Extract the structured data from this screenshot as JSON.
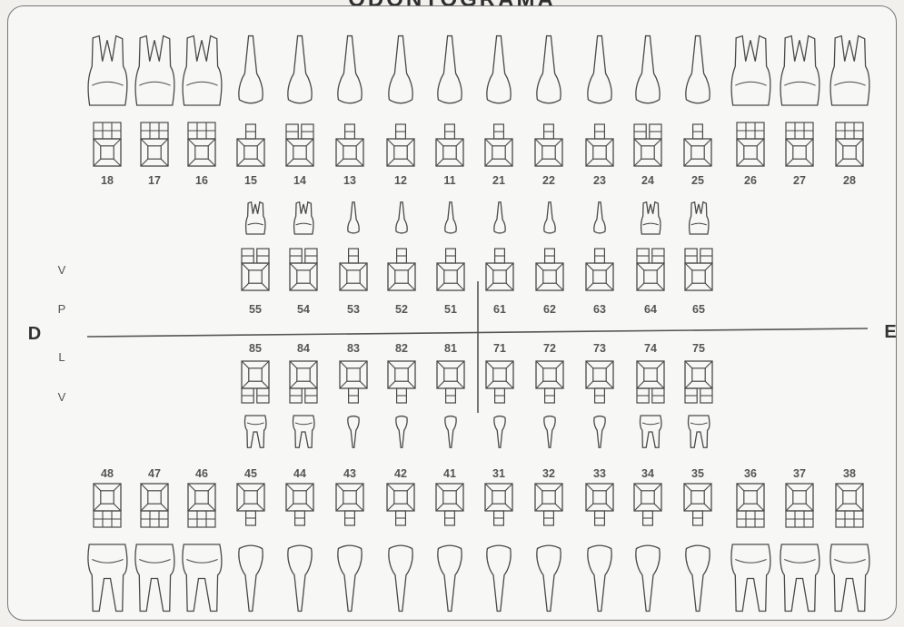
{
  "title": "ODONTOGRAMA",
  "labels": {
    "left": "D",
    "right": "E",
    "upper_v": "V",
    "upper_p": "P",
    "lower_l": "L",
    "lower_v": "V"
  },
  "rows": {
    "upper_permanent": [
      "18",
      "17",
      "16",
      "15",
      "14",
      "13",
      "12",
      "11",
      "21",
      "22",
      "23",
      "24",
      "25",
      "26",
      "27",
      "28"
    ],
    "upper_deciduous": [
      "55",
      "54",
      "53",
      "52",
      "51",
      "61",
      "62",
      "63",
      "64",
      "65"
    ],
    "lower_deciduous": [
      "85",
      "84",
      "83",
      "82",
      "81",
      "71",
      "72",
      "73",
      "74",
      "75"
    ],
    "lower_permanent": [
      "48",
      "47",
      "46",
      "45",
      "44",
      "43",
      "42",
      "41",
      "31",
      "32",
      "33",
      "34",
      "35",
      "36",
      "37",
      "38"
    ]
  },
  "colors": {
    "line": "#555555",
    "tooth": "#4a4a4a"
  }
}
